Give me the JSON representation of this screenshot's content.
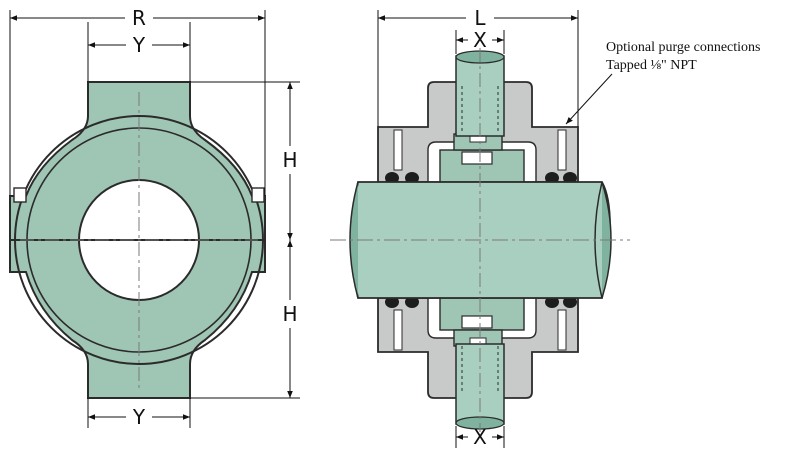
{
  "labels": {
    "R": "R",
    "Y_top": "Y",
    "Y_bottom": "Y",
    "H_upper": "H",
    "H_lower": "H",
    "L": "L",
    "X_top": "X",
    "X_bottom": "X"
  },
  "note": {
    "line1": "Optional purge connections",
    "line2": "Tapped ⅛\" NPT"
  },
  "colors": {
    "body_green": "#9fc5b4",
    "shaft_green": "#a9cfc0",
    "housing_gray": "#c8c9c9",
    "outline": "#2b2b2b",
    "seal_black": "#1d1d1d",
    "centerline": "#7a7a7a"
  }
}
